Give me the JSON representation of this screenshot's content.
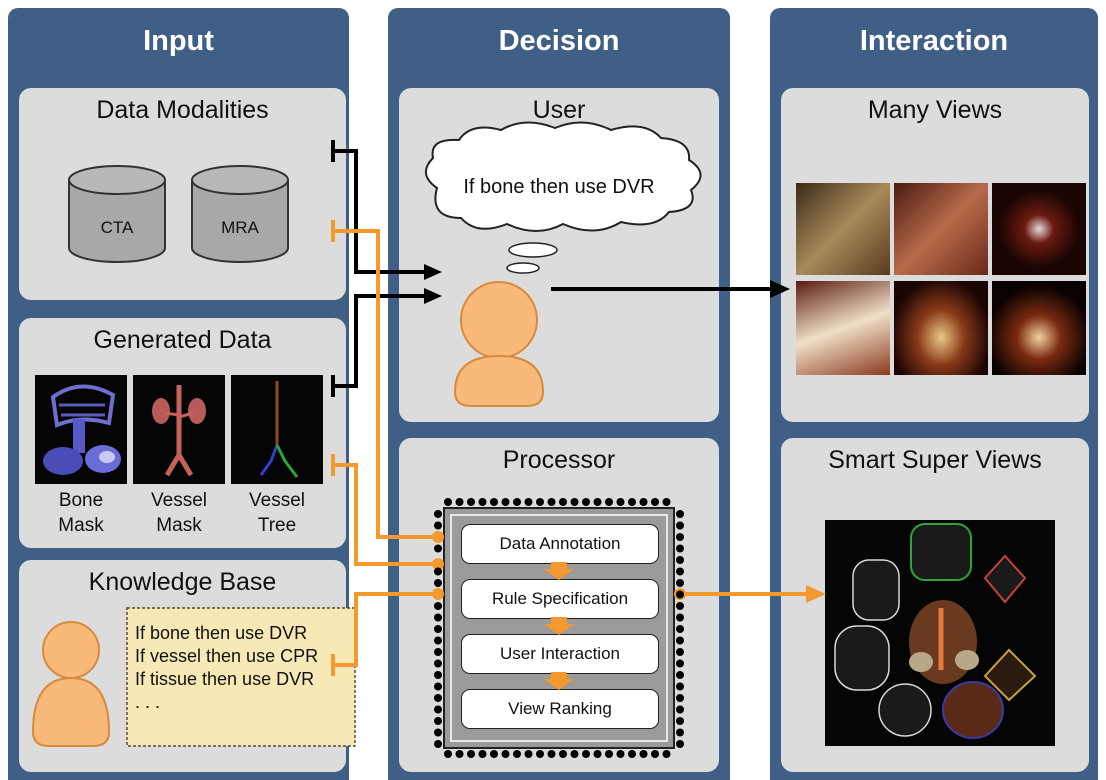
{
  "columns": {
    "input": "Input",
    "decision": "Decision",
    "interaction": "Interaction"
  },
  "panels": {
    "data_modalities": {
      "title": "Data Modalities",
      "items": [
        "CTA",
        "MRA"
      ]
    },
    "generated_data": {
      "title": "Generated Data",
      "items": [
        {
          "line1": "Bone",
          "line2": "Mask"
        },
        {
          "line1": "Vessel",
          "line2": "Mask"
        },
        {
          "line1": "Vessel",
          "line2": "Tree"
        }
      ]
    },
    "knowledge_base": {
      "title": "Knowledge Base",
      "rules": [
        "If bone then use DVR",
        "If vessel then use CPR",
        "If tissue then use DVR",
        ". . ."
      ]
    },
    "user": {
      "title": "User",
      "thought": "If bone then use DVR"
    },
    "processor": {
      "title": "Processor",
      "steps": [
        "Data Annotation",
        "Rule Specification",
        "User Interaction",
        "View Ranking"
      ]
    },
    "many_views": {
      "title": "Many Views"
    },
    "smart_super_views": {
      "title": "Smart Super Views"
    }
  },
  "colors": {
    "column": "#3f5f86",
    "panel": "#dcdcdc",
    "orange": "#f4992d",
    "person": "#f8b97b",
    "note": "#f6e9b6",
    "chip": "#9b9b9b"
  }
}
